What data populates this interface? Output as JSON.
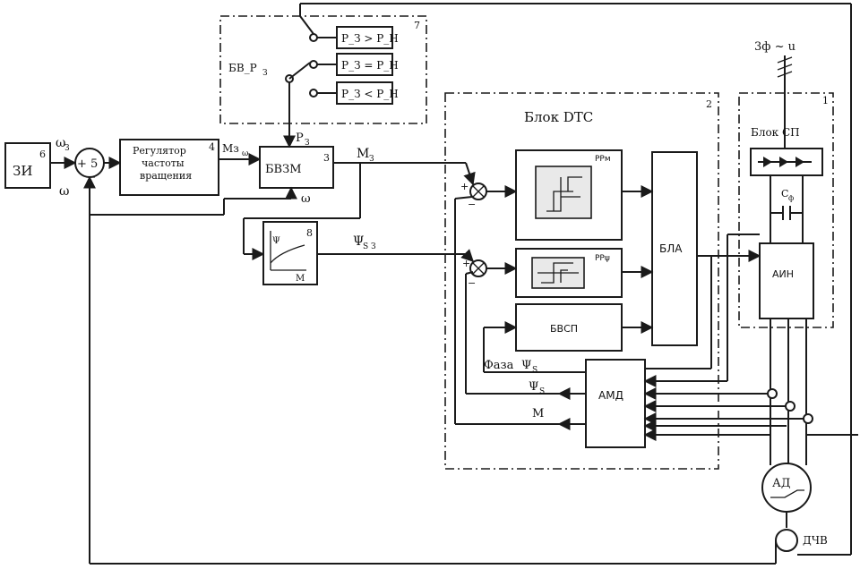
{
  "blocks": {
    "zi": {
      "label": "ЗИ",
      "num": "6"
    },
    "sum": {
      "num": "5",
      "plus": "+",
      "minus": "−"
    },
    "regulator": {
      "line1": "Регулятор",
      "line2": "частоты",
      "line3": "вращения",
      "num": "4"
    },
    "bvzm": {
      "label": "БВЗМ",
      "num": "3"
    },
    "bvps": {
      "label": "БВ_Р",
      "sub": "З",
      "num": "7",
      "options": [
        "P_З > P_Н",
        "P_З = P_Н",
        "P_З < P_Н"
      ]
    },
    "flux": {
      "num": "8",
      "ylabel": "Ψ",
      "xlabel": "M"
    },
    "dtc": {
      "title": "Блок DTC",
      "num": "2"
    },
    "rrm": {
      "label": "РРм"
    },
    "rrpsi": {
      "label": "РРψ"
    },
    "bvsp": {
      "label": "БВСП"
    },
    "bla": {
      "label": "БЛА"
    },
    "amd": {
      "label": "АМД"
    },
    "sp": {
      "title": "Блок СП",
      "num": "1",
      "cap": "C",
      "cap_sub": "ф",
      "supply": "3ф ~ u"
    },
    "aim": {
      "label": "АИН"
    },
    "motor": {
      "label": "АД"
    },
    "dchv": {
      "label": "ДЧВ"
    }
  },
  "signals": {
    "omega_z": "ω",
    "omega_z_sub": "З",
    "omega": "ω",
    "m_zw": "Мз",
    "m_zw_sub": "ω",
    "m_z": "M",
    "m_z_sub": "З",
    "psi_sz": "Ψ",
    "psi_sz_sub": "S З",
    "p_z": "P",
    "p_z_sub": "З",
    "phase_psi": "Фаза",
    "psi_s": "Ψ",
    "psi_s_sub": "S",
    "m": "M"
  }
}
